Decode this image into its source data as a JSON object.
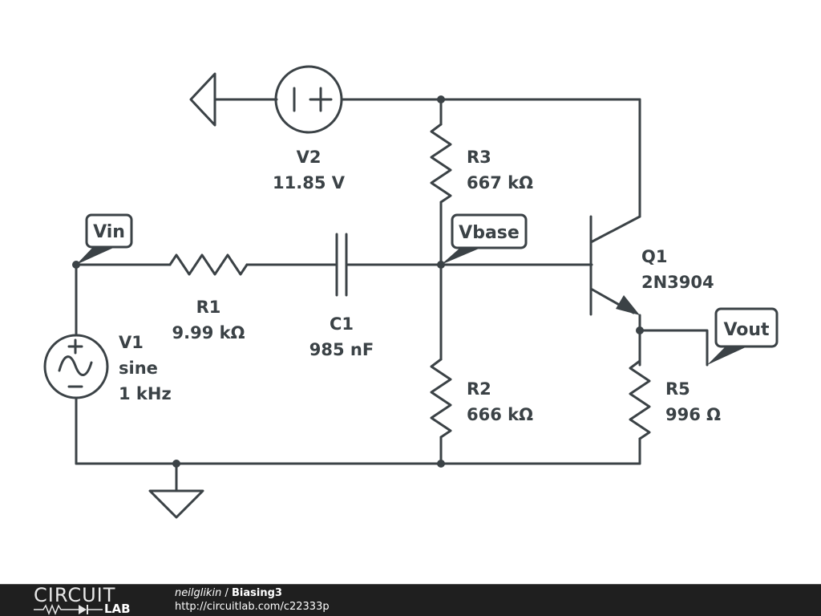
{
  "schematic": {
    "components": {
      "V2": {
        "name": "V2",
        "value": "11.85 V",
        "symbol": "dc-voltage-source"
      },
      "R3": {
        "name": "R3",
        "value": "667 kΩ",
        "symbol": "resistor"
      },
      "R1": {
        "name": "R1",
        "value": "9.99 kΩ",
        "symbol": "resistor"
      },
      "C1": {
        "name": "C1",
        "value": "985 nF",
        "symbol": "capacitor"
      },
      "R2": {
        "name": "R2",
        "value": "666 kΩ",
        "symbol": "resistor"
      },
      "Q1": {
        "name": "Q1",
        "value": "2N3904",
        "symbol": "npn-transistor"
      },
      "R5": {
        "name": "R5",
        "value": "996 Ω",
        "symbol": "resistor"
      },
      "V1": {
        "name": "V1",
        "type": "sine",
        "value": "1 kHz",
        "symbol": "ac-voltage-source"
      }
    },
    "net_labels": {
      "vin": "Vin",
      "vbase": "Vbase",
      "vout": "Vout"
    },
    "source_polarity": {
      "v2_minus": "|",
      "v2_plus": "+"
    }
  },
  "footer": {
    "logo_top": "CIRCUIT",
    "logo_bottom": "LAB",
    "user": "neilglikin",
    "separator": " / ",
    "title": "Biasing3",
    "url": "http://circuitlab.com/c22333p"
  },
  "colors": {
    "wire": "#3b4246",
    "footer_bg": "#1f1f1f"
  }
}
